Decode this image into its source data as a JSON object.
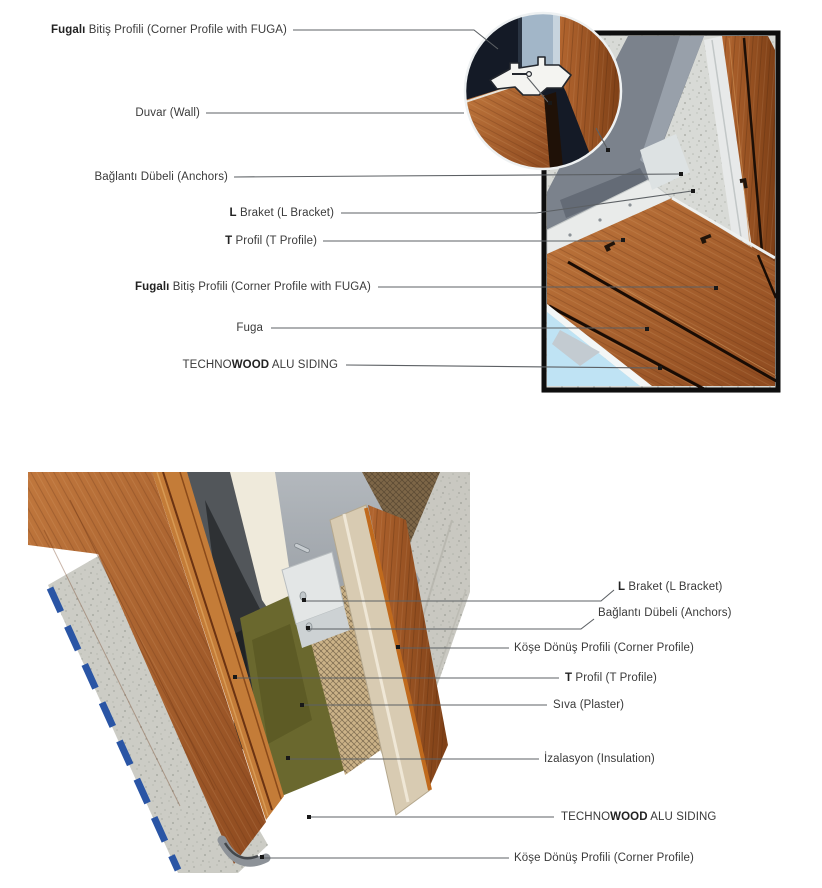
{
  "figures": {
    "top": {
      "labels": [
        {
          "pre": "",
          "bold": "Fugalı",
          "post": " Bitiş Profili (Corner Profile with FUGA)"
        },
        {
          "pre": "Duvar (Wall)",
          "bold": "",
          "post": ""
        },
        {
          "pre": "Bağlantı Dübeli (Anchors)",
          "bold": "",
          "post": ""
        },
        {
          "pre": "",
          "bold": "L",
          "post": " Braket (L Bracket)"
        },
        {
          "pre": "",
          "bold": "T",
          "post": " Profil (T Profile)"
        },
        {
          "pre": "",
          "bold": "Fugalı",
          "post": " Bitiş Profili (Corner Profile with FUGA)"
        },
        {
          "pre": "Fuga",
          "bold": "",
          "post": ""
        },
        {
          "pre": "TECHNO",
          "bold": "WOOD",
          "post": " ALU SIDING"
        }
      ]
    },
    "bottom": {
      "labels": [
        {
          "pre": "",
          "bold": "L",
          "post": " Braket (L Bracket)"
        },
        {
          "pre": "Bağlantı Dübeli (Anchors)",
          "bold": "",
          "post": ""
        },
        {
          "pre": "Köşe Dönüş Profili (Corner Profile)",
          "bold": "",
          "post": ""
        },
        {
          "pre": "",
          "bold": "T",
          "post": " Profil (T Profile)"
        },
        {
          "pre": "Sıva (Plaster)",
          "bold": "",
          "post": ""
        },
        {
          "pre": "İzalasyon (Insulation)",
          "bold": "",
          "post": ""
        },
        {
          "pre": "TECHNO",
          "bold": "WOOD",
          "post": " ALU SIDING"
        },
        {
          "pre": "Köşe Dönüş Profili (Corner Profile)",
          "bold": "",
          "post": ""
        }
      ]
    }
  },
  "colors": {
    "wood": "#ab6130",
    "wood_dark": "#8d4a1f",
    "concrete": "#d8dad6",
    "wall_gray": "#7b828c",
    "sky": "#bfe3f4",
    "navy": "#141a26",
    "steel": "#a2b6c8",
    "insulation_olive": "#6a682e",
    "plaster_cream": "#efeadb",
    "blue_stripe": "#2a55a5",
    "leader_line": "#5c6064",
    "text": "#3a3a3a",
    "frame": "#0e0e0e"
  }
}
